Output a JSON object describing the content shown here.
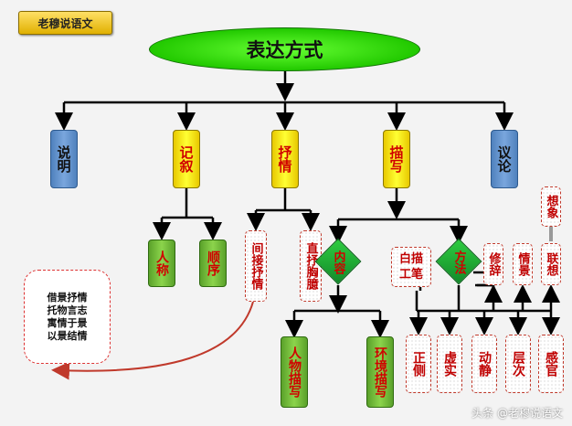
{
  "badge": "老穆说语文",
  "root": "表达方式",
  "level1": [
    "说明",
    "记叙",
    "抒情",
    "描写",
    "议论"
  ],
  "narrate": [
    "人称",
    "顺序"
  ],
  "lyric": [
    "间接抒情",
    "直抒胸臆"
  ],
  "note": [
    "借景抒情",
    "托物言志",
    "寓情于景",
    "以景结情"
  ],
  "describe": {
    "content": "内容",
    "method": "方法",
    "baimiao": "白描工笔"
  },
  "content_items": [
    "人物描写",
    "环境描写"
  ],
  "method_items": [
    "正侧",
    "虚实",
    "动静",
    "层次",
    "感官"
  ],
  "method_top": [
    "修辞",
    "情景",
    "联想"
  ],
  "imagine": "想象",
  "watermark": "头条 @老穆说语文"
}
